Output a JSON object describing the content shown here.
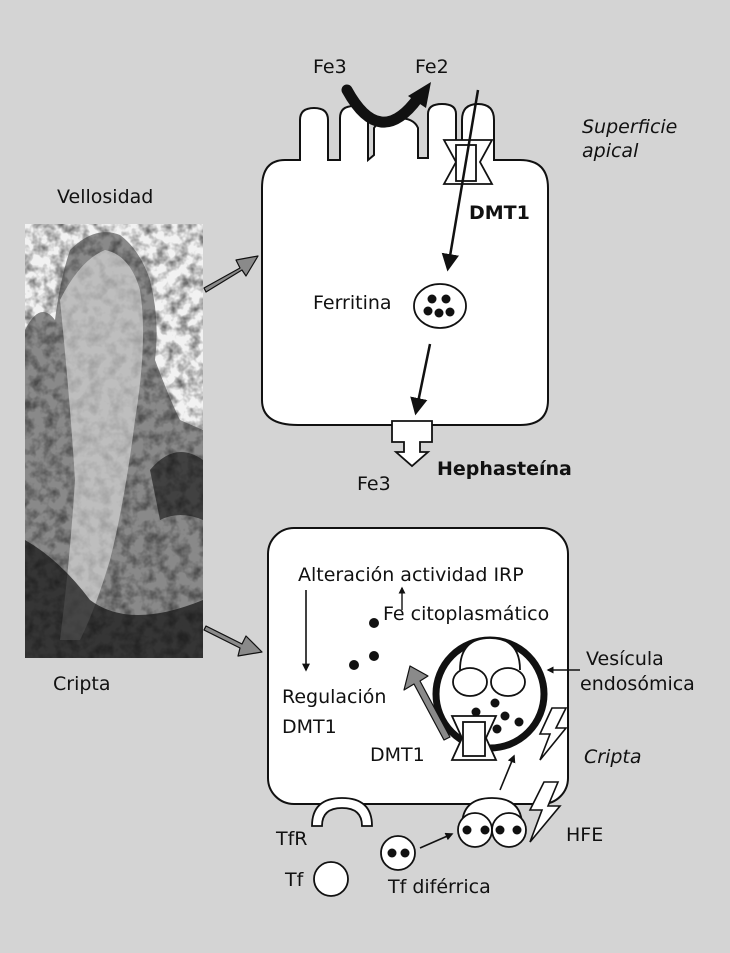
{
  "colors": {
    "background": "#d4d4d4",
    "cell_fill": "#ffffff",
    "outline": "#111111",
    "gray_arrow": "#8a8a8a"
  },
  "villus": {
    "top_label": "Vellosidad",
    "bottom_label": "Cripta"
  },
  "upper_cell": {
    "fe3_top": "Fe3",
    "fe2_top": "Fe2",
    "region_label_line1": "Superficie",
    "region_label_line2": "apical",
    "transporter": "DMT1",
    "ferritin": "Ferritina",
    "fe3_bottom": "Fe3",
    "hephaestin": "Hephasteína"
  },
  "lower_cell": {
    "irp": "Alteración actividad IRP",
    "cyto_fe": "Fe citoplasmático",
    "regulation_line1": "Regulación",
    "regulation_line2": "DMT1",
    "transporter": "DMT1",
    "vesicle_line1": "Vesícula",
    "vesicle_line2": "endosómica",
    "region_label": "Cripta",
    "tfr": "TfR",
    "tf": "Tf",
    "tf_ferric": "Tf diférrica",
    "hfe": "HFE"
  }
}
